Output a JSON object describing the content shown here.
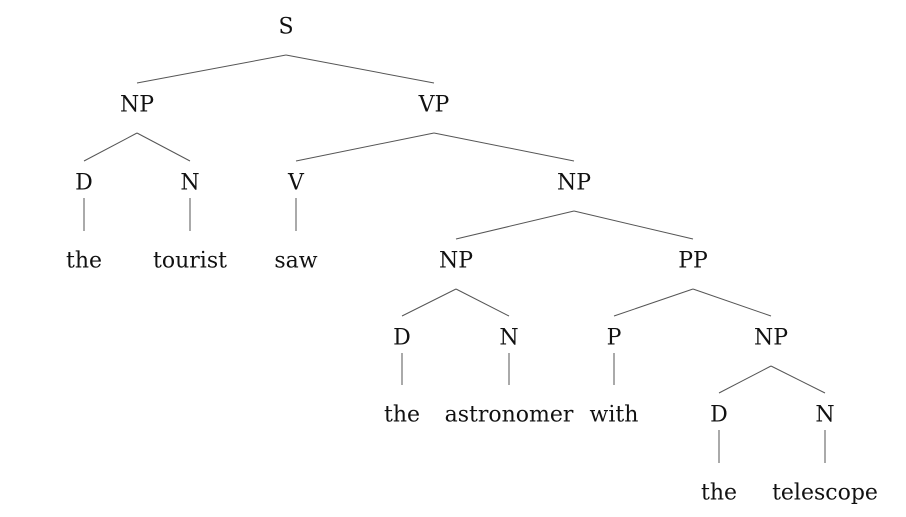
{
  "tree": {
    "labels": {
      "s": "S",
      "np1": "NP",
      "vp": "VP",
      "d1": "D",
      "n1": "N",
      "v": "V",
      "np2": "NP",
      "w_the1": "the",
      "w_tourist": "tourist",
      "w_saw": "saw",
      "np3": "NP",
      "pp": "PP",
      "d2": "D",
      "n2": "N",
      "p": "P",
      "np4": "NP",
      "w_the2": "the",
      "w_astronomer": "astronomer",
      "w_with": "with",
      "d3": "D",
      "n3": "N",
      "w_the3": "the",
      "w_telescope": "telescope"
    },
    "edges": [
      [
        "s",
        "np1"
      ],
      [
        "s",
        "vp"
      ],
      [
        "np1",
        "d1"
      ],
      [
        "np1",
        "n1"
      ],
      [
        "d1",
        "w_the1"
      ],
      [
        "n1",
        "w_tourist"
      ],
      [
        "vp",
        "v"
      ],
      [
        "vp",
        "np2"
      ],
      [
        "v",
        "w_saw"
      ],
      [
        "np2",
        "np3"
      ],
      [
        "np2",
        "pp"
      ],
      [
        "np3",
        "d2"
      ],
      [
        "np3",
        "n2"
      ],
      [
        "d2",
        "w_the2"
      ],
      [
        "n2",
        "w_astronomer"
      ],
      [
        "pp",
        "p"
      ],
      [
        "pp",
        "np4"
      ],
      [
        "p",
        "w_with"
      ],
      [
        "np4",
        "d3"
      ],
      [
        "np4",
        "n3"
      ],
      [
        "d3",
        "w_the3"
      ],
      [
        "n3",
        "w_telescope"
      ]
    ]
  },
  "caption": ""
}
